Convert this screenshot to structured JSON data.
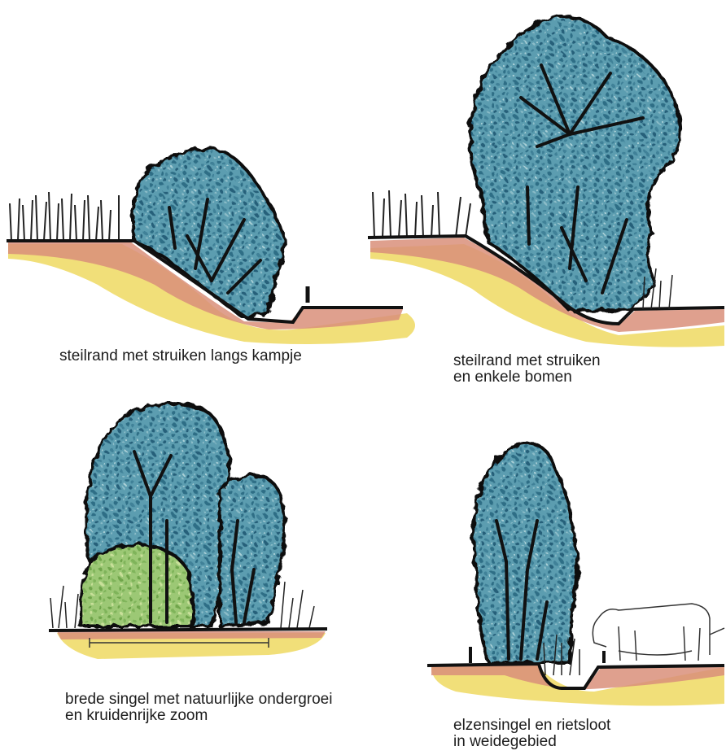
{
  "panels": [
    {
      "id": "steilrand-struiken",
      "caption_lines": [
        "steilrand met struiken  langs kampje"
      ]
    },
    {
      "id": "steilrand-bomen",
      "caption_lines": [
        "steilrand met struiken",
        "en enkele bomen"
      ]
    },
    {
      "id": "brede-singel",
      "caption_lines": [
        "brede singel  met natuurlijke ondergroei",
        "en kruidenrijke zoom"
      ]
    },
    {
      "id": "elzensingel",
      "caption_lines": [
        "elzensingel en rietsloot",
        "in weidegebied"
      ]
    }
  ],
  "colors": {
    "foliage": "#4f93a8",
    "foliage_dark": "#2f6e86",
    "understory": "#8fc06a",
    "soil": "#d98f7a",
    "sand": "#f0dc6a",
    "grass": "#7fb04f",
    "outline": "#111111"
  }
}
